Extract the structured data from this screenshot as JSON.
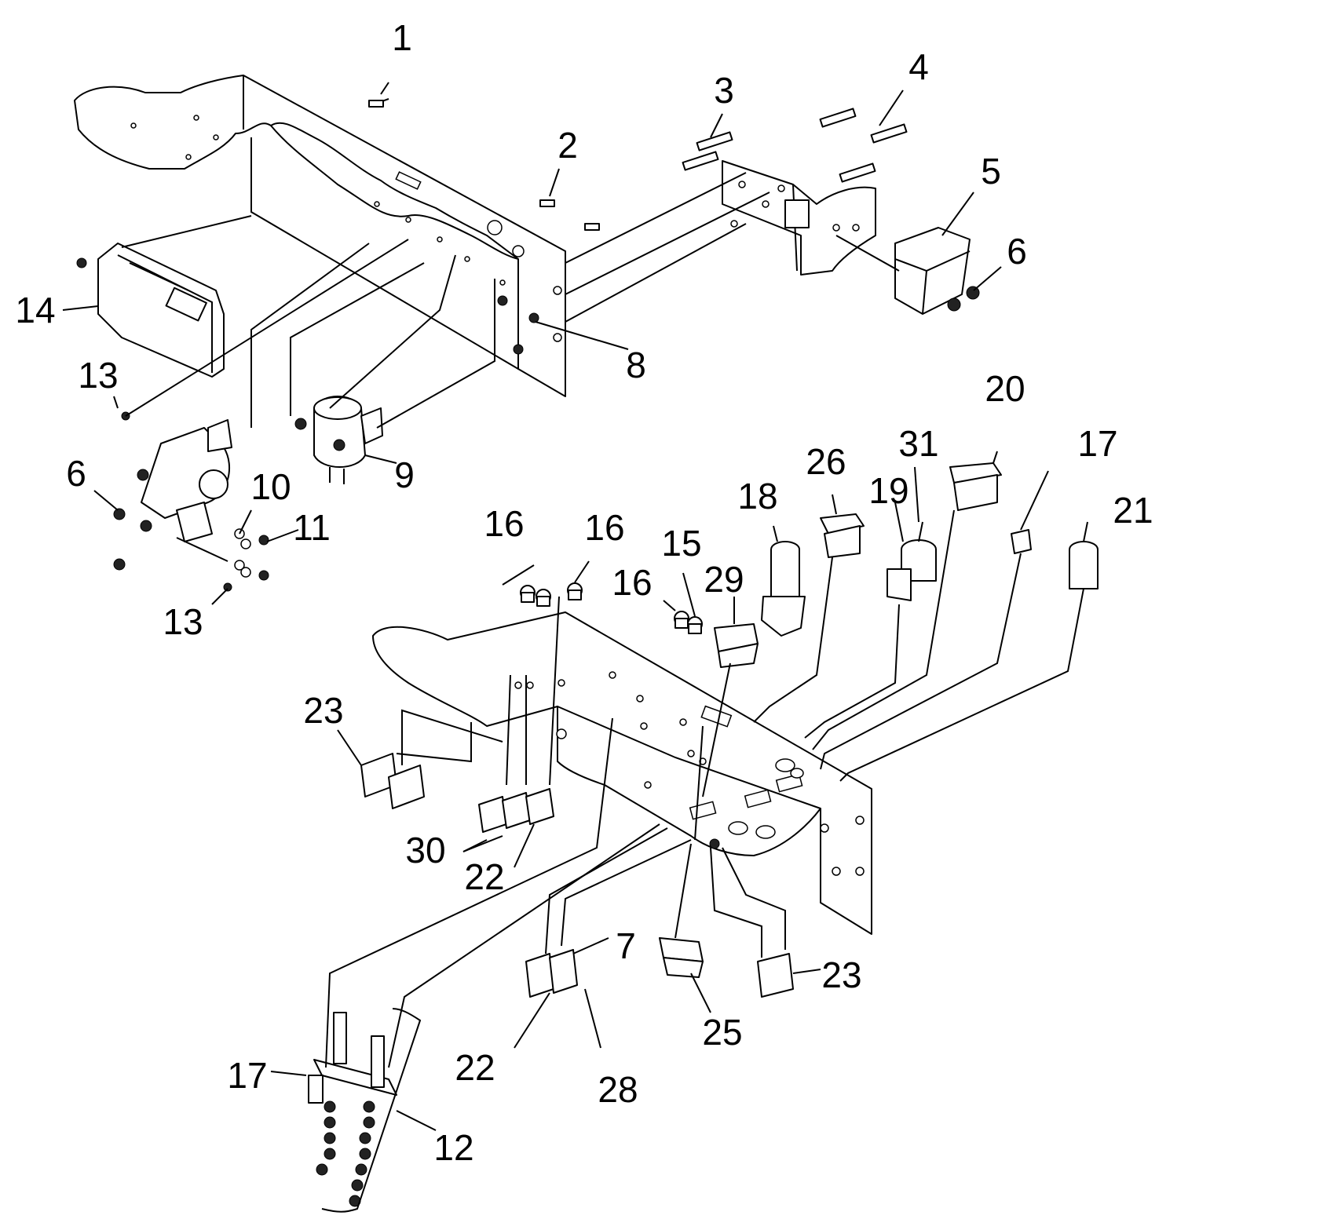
{
  "diagram": {
    "callouts": [
      "1",
      "2",
      "3",
      "4",
      "5",
      "6",
      "8",
      "14",
      "13",
      "6",
      "10",
      "11",
      "9",
      "13",
      "20",
      "31",
      "26",
      "17",
      "18",
      "19",
      "21",
      "16",
      "16",
      "15",
      "16",
      "29",
      "23",
      "30",
      "22",
      "7",
      "23",
      "22",
      "25",
      "17",
      "28",
      "12"
    ]
  }
}
